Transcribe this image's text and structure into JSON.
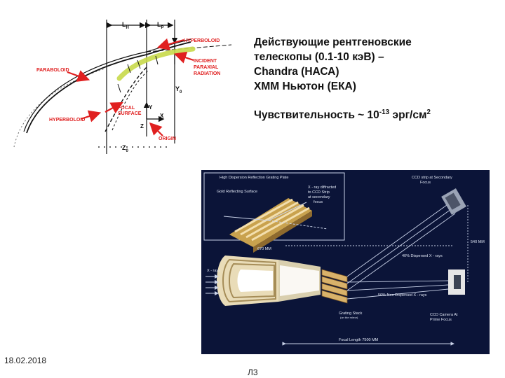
{
  "wolter_diagram": {
    "labels": {
      "lh": "L",
      "lh_sub": "H",
      "lp": "L",
      "lp_sub": "P",
      "hyperboloid_top": "HYPERBOLOID",
      "paraboloid": "PARABOLOID",
      "incident_1": "INCIDENT",
      "incident_2": "PARAXIAL",
      "incident_3": "RADIATION",
      "y0": "Y",
      "y0_sub": "0",
      "focal_1": "FOCAL",
      "focal_2": "SURFACE",
      "hyperboloid_bottom": "HYPERBOLOID",
      "y_axis": "Y",
      "x_axis": "X",
      "z_axis": "Z",
      "origin": "ORIGIN",
      "z0": "Z",
      "z0_sub": "0"
    },
    "colors": {
      "incident_beam": "#c8d94a",
      "arrows": "#e02020",
      "lines": "#111111"
    }
  },
  "slide": {
    "title_lines": [
      "Действующие рентгеновские",
      "телескопы (0.1-10 кэВ) –",
      "Chandra (НАСА)",
      "XMM Ньютон (ЕКА)"
    ],
    "sensitivity_prefix": "Чувствительность ~ 10",
    "sensitivity_exp": "-13",
    "sensitivity_unit": " эрг/см",
    "sensitivity_unit_exp": "2"
  },
  "xmm_diagram": {
    "labels": {
      "grating_plate": "High Dispersion Reflection Grating Plate",
      "ccd_secondary_1": "CCD strip at Secondary",
      "ccd_secondary_2": "Focus",
      "gold_surface": "Gold Reflecting Surface",
      "xray_diffracted_1": "X - ray diffracted",
      "xray_diffracted_2": "to CCD Strip",
      "xray_diffracted_3": "at secondary",
      "xray_diffracted_4": "focus",
      "dist_670": "670 MM",
      "dist_540": "540 MM",
      "dispersed": "40% Dispersed X - rays",
      "xrays_in": "X - rays",
      "non_dispersed": "50% Non Dispersed X - rays",
      "grating_stack_1": "Grating Stack",
      "grating_stack_2": "(on the mirror)",
      "ccd_prime_1": "CCD Camera At",
      "ccd_prime_2": "Prime Focus",
      "focal_length": "Focal Length 7500 MM"
    },
    "colors": {
      "background": "#0b1438",
      "mirror": "#e9dcb8",
      "grating": "#d9b26a",
      "lines": "#c9d2e8"
    }
  },
  "footer": {
    "date": "18.02.2018",
    "page": "Л3"
  }
}
